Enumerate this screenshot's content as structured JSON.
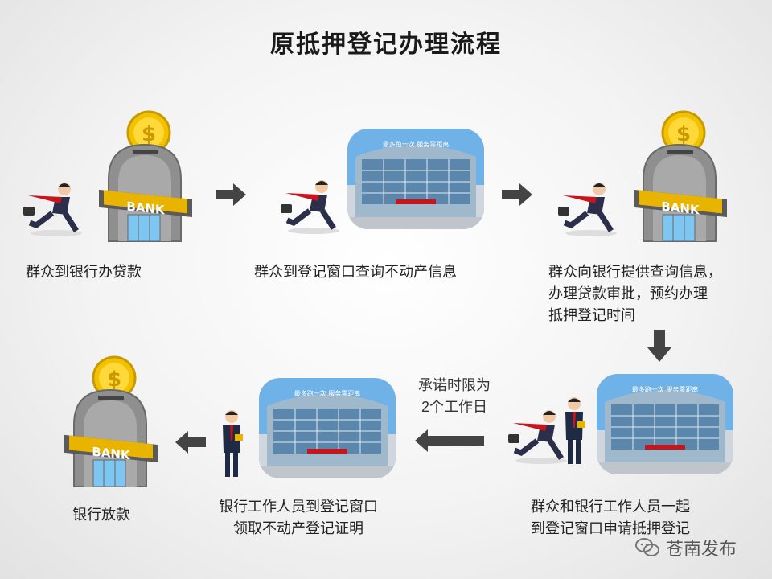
{
  "title": "原抵押登记办理流程",
  "steps": [
    {
      "text": "群众到银行办贷款"
    },
    {
      "text": "群众到登记窗口查询不动产信息"
    },
    {
      "lines": [
        "群众向银行提供查询信息，",
        "办理贷款审批，预约办理",
        "抵押登记时间"
      ]
    },
    {
      "lines": [
        "群众和银行工作人员一起",
        "到登记窗口申请抵押登记"
      ]
    },
    {
      "lines": [
        "银行工作人员到登记窗口",
        "领取不动产登记证明"
      ]
    },
    {
      "text": "银行放款"
    }
  ],
  "note": {
    "lines": [
      "承诺时限为",
      "2个工作日"
    ]
  },
  "bank_sign": "BANK",
  "coin_symbol": "$",
  "building_banner": "最多跑一次 服务零距离",
  "watermark": "苍南发布",
  "colors": {
    "arrow": "#444444",
    "coin": "#f2c200",
    "bank_body": "#8f8f8f",
    "bank_sign": "#e8b400",
    "tie": "#c8141b",
    "sky": "#6fb2e8"
  }
}
